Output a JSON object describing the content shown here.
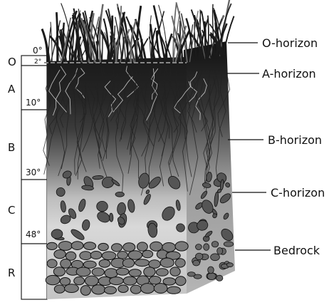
{
  "horizon_labels": {
    "o": "O-horizon",
    "a": "A-horizon",
    "b": "B-horizon",
    "c": "C-horizon",
    "bedrock": "Bedrock"
  },
  "scale_letters": {
    "o": "O",
    "a": "A",
    "b": "B",
    "c": "C",
    "r": "R"
  },
  "depth_marks": {
    "d0": "0°",
    "d2": "2°",
    "d10": "10°",
    "d30": "30°",
    "d48": "48°"
  },
  "colors": {
    "grass": "#1d1d1d",
    "topsoil": "#2b2b2b",
    "subsoil": "#8a8a8a",
    "parent": "#cfcfcf",
    "rock": "#6f6f6f"
  }
}
